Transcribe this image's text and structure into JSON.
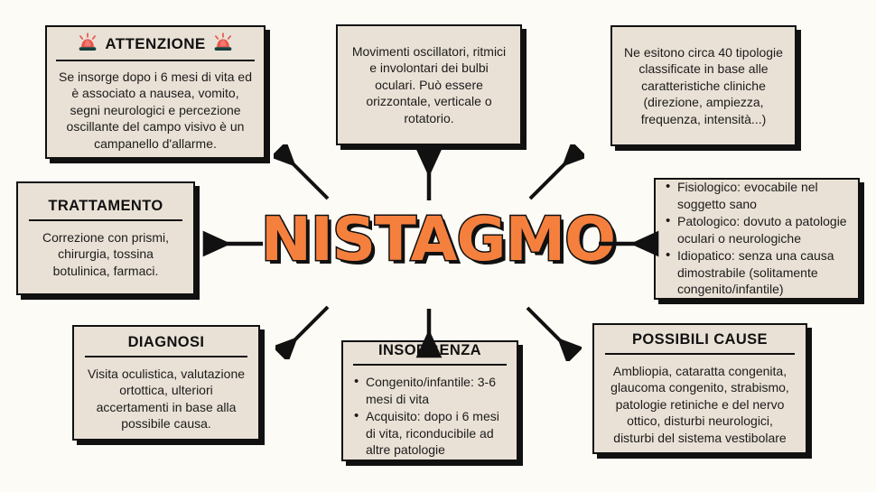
{
  "page": {
    "central_title": "NISTAGMO",
    "background_color": "#FDFBF5",
    "card_fill_color": "#EAE1D6",
    "accent_color": "#F5803E",
    "outline_color": "#111111"
  },
  "cards": {
    "attenzione": {
      "title": "ATTENZIONE",
      "icon_left": "siren-icon",
      "icon_right": "siren-icon",
      "body": "Se insorge dopo i 6 mesi di vita ed è associato a nausea, vomito, segni neurologici e percezione oscillante del campo visivo è un campanello d'allarme."
    },
    "definizione": {
      "body": "Movimenti oscillatori, ritmici e involontari dei bulbi oculari. Può essere orizzontale, verticale o rotatorio."
    },
    "tipologie": {
      "body": "Ne esitono circa 40 tipologie classificate in base alle caratteristiche cliniche (direzione, ampiezza, frequenza, intensità...)"
    },
    "trattamento": {
      "title": "TRATTAMENTO",
      "body": "Correzione con prismi, chirurgia, tossina botulinica, farmaci."
    },
    "tipi": {
      "bullets": [
        "Fisiologico: evocabile nel soggetto sano",
        "Patologico: dovuto a patologie oculari o neurologiche",
        "Idiopatico: senza una causa dimostrabile (solitamente congenito/infantile)"
      ]
    },
    "diagnosi": {
      "title": "DIAGNOSI",
      "body": "Visita oculistica, valutazione ortottica, ulteriori accertamenti in base alla possibile causa."
    },
    "insorgenza": {
      "title": "INSORGENZA",
      "bullets": [
        "Congenito/infantile: 3-6 mesi di vita",
        "Acquisito: dopo i 6 mesi di vita, riconducibile ad altre patologie"
      ]
    },
    "cause": {
      "title": "POSSIBILI CAUSE",
      "body": "Ambliopia, cataratta congenita, glaucoma congenito, strabismo, patologie retiniche e del nervo ottico, disturbi neurologici, disturbi del sistema vestibolare"
    }
  },
  "arrows": [
    {
      "name": "arrow-to-attenzione",
      "direction": "up-left"
    },
    {
      "name": "arrow-to-definizione",
      "direction": "up"
    },
    {
      "name": "arrow-to-tipologie",
      "direction": "up-right"
    },
    {
      "name": "arrow-to-trattamento",
      "direction": "left"
    },
    {
      "name": "arrow-to-tipi",
      "direction": "right"
    },
    {
      "name": "arrow-to-diagnosi",
      "direction": "down-left"
    },
    {
      "name": "arrow-to-insorgenza",
      "direction": "down"
    },
    {
      "name": "arrow-to-cause",
      "direction": "down-right"
    }
  ]
}
